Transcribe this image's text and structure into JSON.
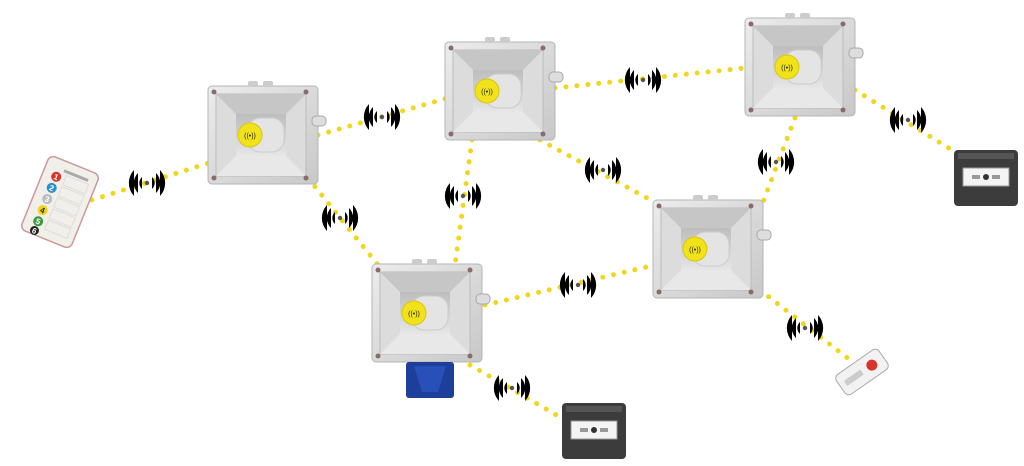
{
  "diagram": {
    "remote": {
      "buttons": [
        "1",
        "2",
        "3",
        "4",
        "5",
        "6"
      ],
      "button_colors": [
        "#d9342b",
        "#2a8fcf",
        "#b9bcc0",
        "#f2d21a",
        "#3a9a3e",
        "#222222"
      ]
    },
    "colors": {
      "link": "#f2d61a",
      "siren_body": "#d6d6d6",
      "beacon": "#1d3f9a",
      "callpoint": "#3a3a3a",
      "siren_label": "#f2e21a"
    },
    "icons": [
      "wireless-signal-icon",
      "siren-icon",
      "beacon-icon",
      "manual-call-point-icon",
      "push-button-icon",
      "remote-control-icon"
    ]
  }
}
